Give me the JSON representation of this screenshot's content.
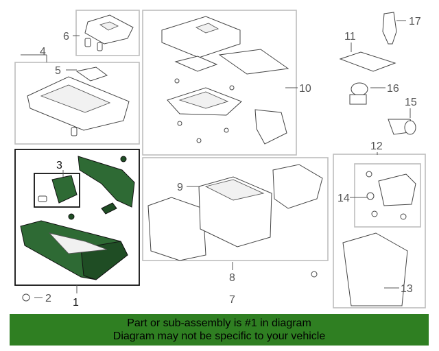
{
  "callouts": [
    "1",
    "2",
    "3",
    "4",
    "5",
    "6",
    "7",
    "8",
    "9",
    "10",
    "11",
    "12",
    "13",
    "14",
    "15",
    "16",
    "17"
  ],
  "banner": {
    "line1": "Part or sub-assembly is #1 in diagram",
    "line2": "Diagram may not be specific to your vehicle"
  },
  "colors": {
    "highlight": "#2f7f22",
    "box": "#bdbdbd",
    "callout": "#555555"
  }
}
